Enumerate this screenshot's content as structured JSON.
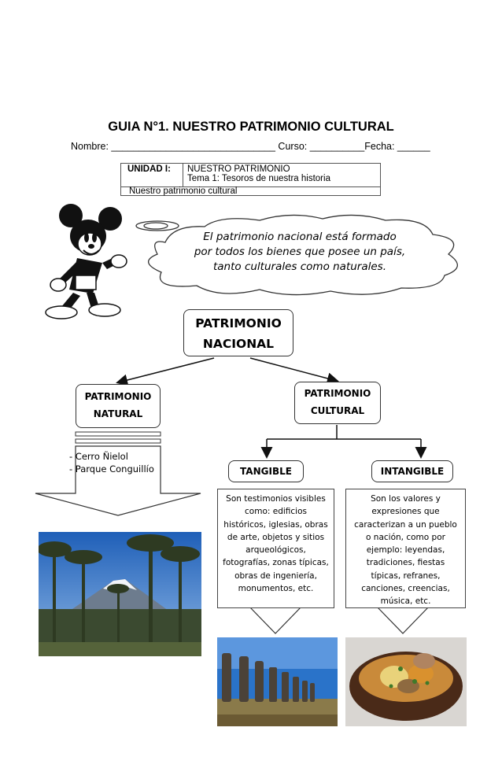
{
  "header": {
    "title": "GUIA N°1. NUESTRO PATRIMONIO CULTURAL",
    "name_line": "Nombre: ______________________________ Curso: __________Fecha: ______"
  },
  "unit_table": {
    "unit_label": "UNIDAD I:",
    "unit_name": "NUESTRO PATRIMONIO",
    "topic": "Tema 1: Tesoros de nuestra historia",
    "subtitle": "Nuestro patrimonio cultural"
  },
  "thought_bubble": {
    "line1": "El patrimonio nacional está formado",
    "line2": "por todos los bienes que posee un país,",
    "line3": "tanto culturales como naturales."
  },
  "concept_map": {
    "root": {
      "line1": "PATRIMONIO",
      "line2": "NACIONAL"
    },
    "natural": {
      "line1": "PATRIMONIO",
      "line2": "NATURAL",
      "examples": [
        "- Cerro Ñielol",
        "- Parque Conguillío"
      ]
    },
    "cultural": {
      "line1": "PATRIMONIO",
      "line2": "CULTURAL"
    },
    "tangible": {
      "label": "TANGIBLE",
      "description": "Son testimonios visibles como: edificios históricos, iglesias, obras de arte, objetos y sitios arqueológicos, fotografías, zonas típicas, obras de ingeniería, monumentos, etc."
    },
    "intangible": {
      "label": "INTANGIBLE",
      "description": "Son los valores y expresiones que caracterizan a un pueblo o nación, como por ejemplo: leyendas, tradiciones, fiestas típicas, refranes, canciones, creencias, música, etc."
    }
  },
  "colors": {
    "sky": "#2a73c9",
    "mountain_snow": "#f2f4f8",
    "forest": "#2e3a22",
    "stew_bowl": "#4a2a18"
  }
}
